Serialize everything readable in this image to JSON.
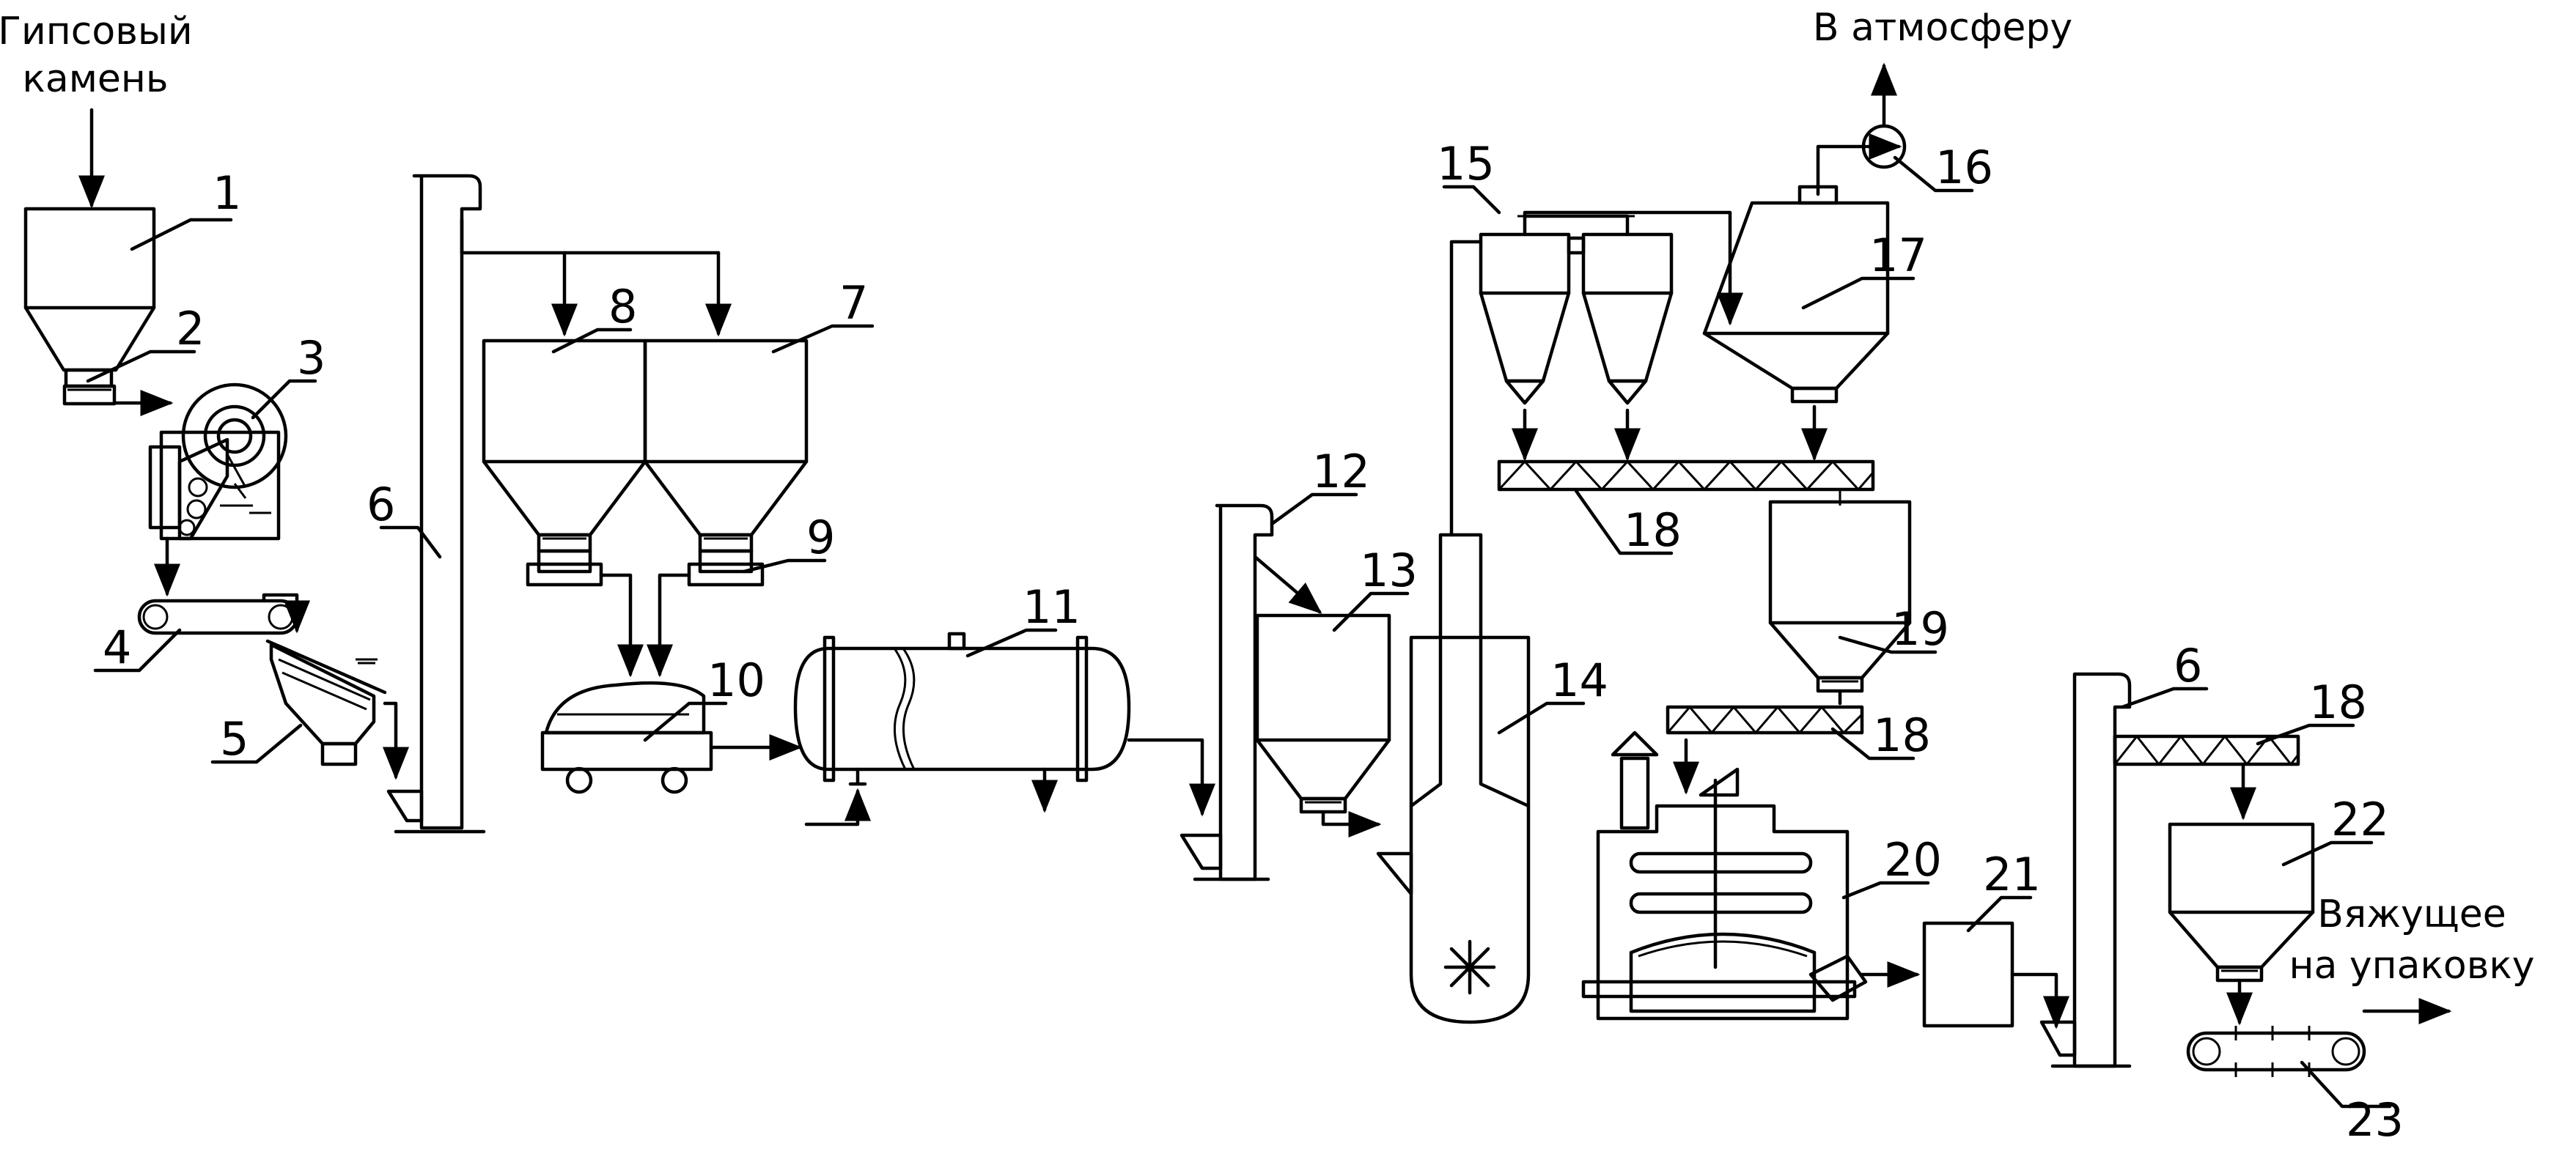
{
  "labels": {
    "raw_material_line1": "Гипсовый",
    "raw_material_line2": "камень",
    "to_atmosphere": "В атмосферу",
    "product_line1": "Вяжущее",
    "product_line2": "на упаковку"
  },
  "numbers": {
    "n1": "1",
    "n2": "2",
    "n3": "3",
    "n4": "4",
    "n5": "5",
    "n6a": "6",
    "n6b": "6",
    "n7": "7",
    "n8": "8",
    "n9": "9",
    "n10": "10",
    "n11": "11",
    "n12": "12",
    "n13": "13",
    "n14": "14",
    "n15": "15",
    "n16": "16",
    "n17": "17",
    "n18a": "18",
    "n18b": "18",
    "n18c": "18",
    "n19": "19",
    "n20": "20",
    "n21": "21",
    "n22": "22",
    "n23": "23"
  }
}
